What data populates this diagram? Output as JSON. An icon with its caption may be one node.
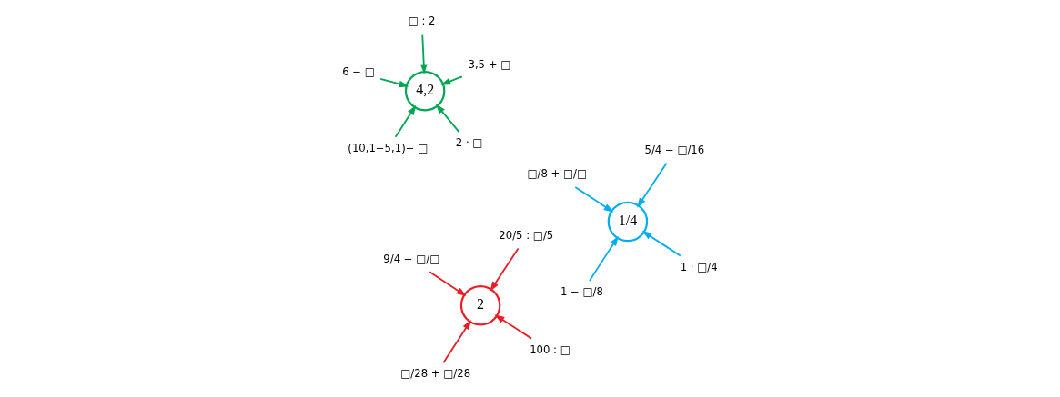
{
  "diagram": {
    "nodes": [
      {
        "text": [
          "2"
        ]
      },
      {
        "text": [
          "100 : □"
        ]
      },
      {
        "text": [
          "□/28 + □/28"
        ]
      },
      {
        "text": [
          "9/4 − □/□"
        ]
      },
      {
        "text": [
          "20/5 : □/5"
        ]
      },
      {
        "text": [
          "4,2"
        ]
      },
      {
        "text": [
          "2 · □"
        ]
      },
      {
        "text": [
          "(10,1−5,1)− □"
        ]
      },
      {
        "text": [
          "6 − □"
        ]
      },
      {
        "text": [
          "3,5 + □"
        ]
      },
      {
        "text": [
          "□ : 2"
        ]
      },
      {
        "text": [
          "1/4"
        ]
      },
      {
        "text": [
          "1 · □/4"
        ]
      },
      {
        "text": [
          "1 − □/8"
        ]
      },
      {
        "text": [
          "□/8 + □/□"
        ]
      },
      {
        "text": [
          "5/4 − □/16"
        ]
      }
    ],
    "edges": [
      {
        "from": 1,
        "to": 0,
        "arrow": "to",
        "color": "#ed1c24"
      },
      {
        "from": 2,
        "to": 0,
        "arrow": "to",
        "color": "#ed1c24"
      },
      {
        "from": 3,
        "to": 0,
        "arrow": "to",
        "color": "#ed1c24"
      },
      {
        "from": 4,
        "to": 0,
        "arrow": "to",
        "color": "#ed1c24"
      },
      {
        "from": 6,
        "to": 5,
        "arrow": "to",
        "color": "#00a651"
      },
      {
        "from": 7,
        "to": 5,
        "arrow": "to",
        "color": "#00a651"
      },
      {
        "from": 8,
        "to": 5,
        "arrow": "to",
        "color": "#00a651"
      },
      {
        "from": 9,
        "to": 5,
        "arrow": "to",
        "color": "#00a651"
      },
      {
        "from": 10,
        "to": 5,
        "arrow": "to",
        "color": "#00a651"
      },
      {
        "from": 12,
        "to": 11,
        "arrow": "to",
        "color": "#00aeef"
      },
      {
        "from": 13,
        "to": 11,
        "arrow": "to",
        "color": "#00aeef"
      },
      {
        "from": 14,
        "to": 11,
        "arrow": "to",
        "color": "#00aeef"
      },
      {
        "from": 15,
        "to": 11,
        "arrow": "to",
        "color": "#00aeef"
      }
    ]
  }
}
